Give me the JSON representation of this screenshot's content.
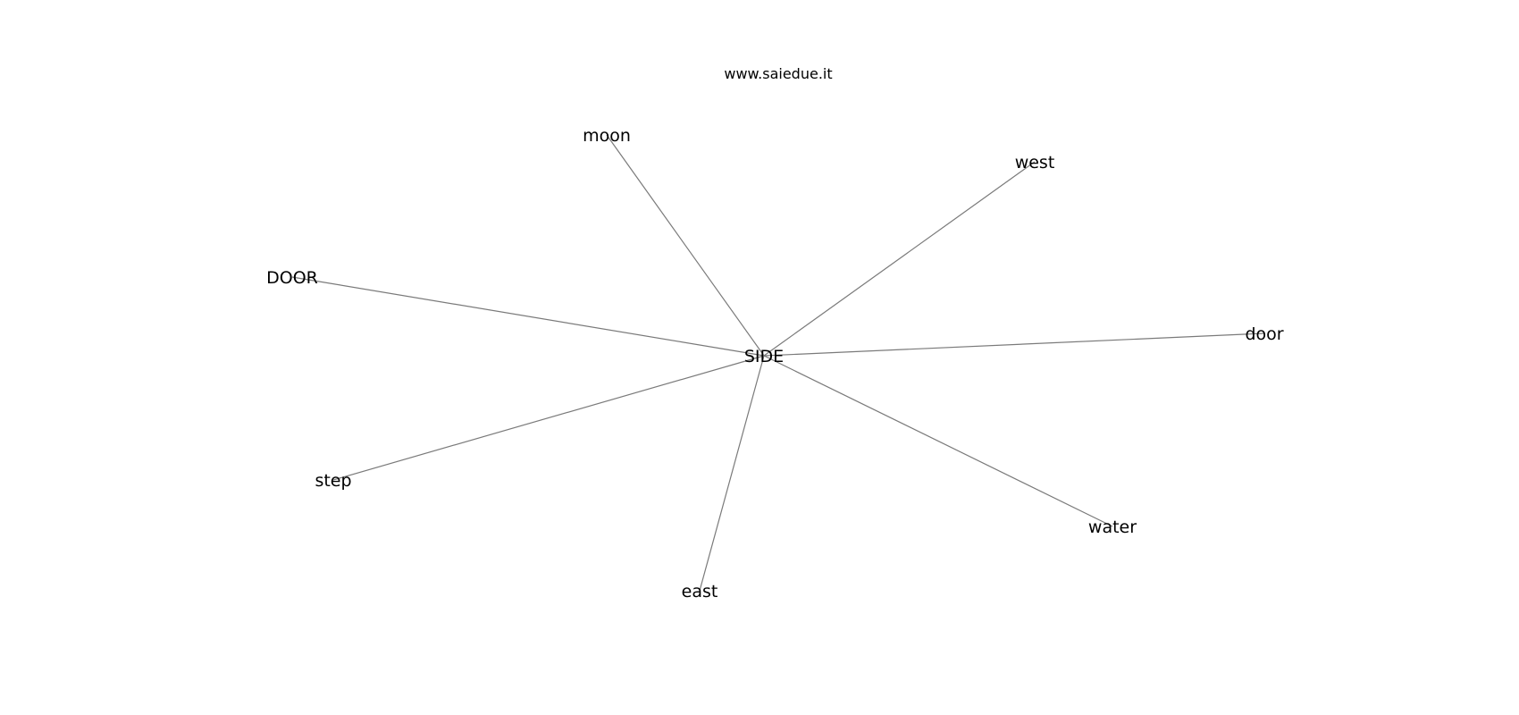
{
  "watermark": "www.saiedue.it",
  "edge_color": "#7a7a7a",
  "label_color": "#000000",
  "center": {
    "id": "side",
    "label": "SIDE"
  },
  "nodes": [
    {
      "id": "moon",
      "label": "moon"
    },
    {
      "id": "west",
      "label": "west"
    },
    {
      "id": "door-upper",
      "label": "DOOR"
    },
    {
      "id": "door",
      "label": "door"
    },
    {
      "id": "step",
      "label": "step"
    },
    {
      "id": "water",
      "label": "water"
    },
    {
      "id": "east",
      "label": "east"
    }
  ],
  "edges": [
    {
      "from": "side",
      "to": "moon"
    },
    {
      "from": "side",
      "to": "west"
    },
    {
      "from": "side",
      "to": "door-upper"
    },
    {
      "from": "side",
      "to": "door"
    },
    {
      "from": "side",
      "to": "step"
    },
    {
      "from": "side",
      "to": "water"
    },
    {
      "from": "side",
      "to": "east"
    }
  ]
}
